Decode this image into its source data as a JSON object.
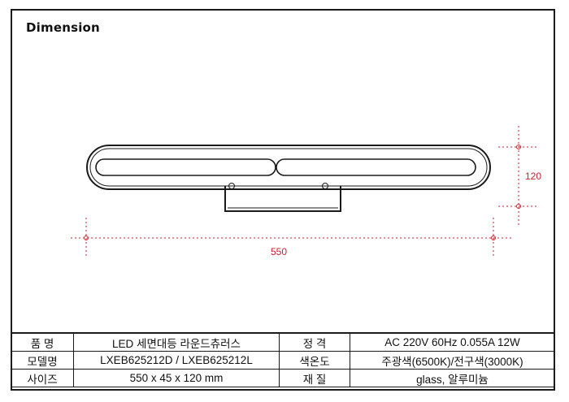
{
  "header": {
    "title": "Dimension"
  },
  "dimensions": {
    "width_label": "550",
    "height_label": "120"
  },
  "spec_table": {
    "rows": [
      {
        "label1": "품  명",
        "value1": "LED 세면대등  라운드츄러스",
        "label2": "정  격",
        "value2": "AC 220V  60Hz  0.055A  12W"
      },
      {
        "label1": "모델명",
        "value1": "LXEB625212D / LXEB625212L",
        "label2": "색온도",
        "value2": "주광색(6500K)/전구색(3000K)"
      },
      {
        "label1": "사이즈",
        "value1": "550 x 45 x 120 mm",
        "label2": "재  질",
        "value2": "glass, 알루미늄"
      }
    ]
  },
  "colors": {
    "frame": "#1a1a1a",
    "dimension_line": "#d21f2b"
  }
}
